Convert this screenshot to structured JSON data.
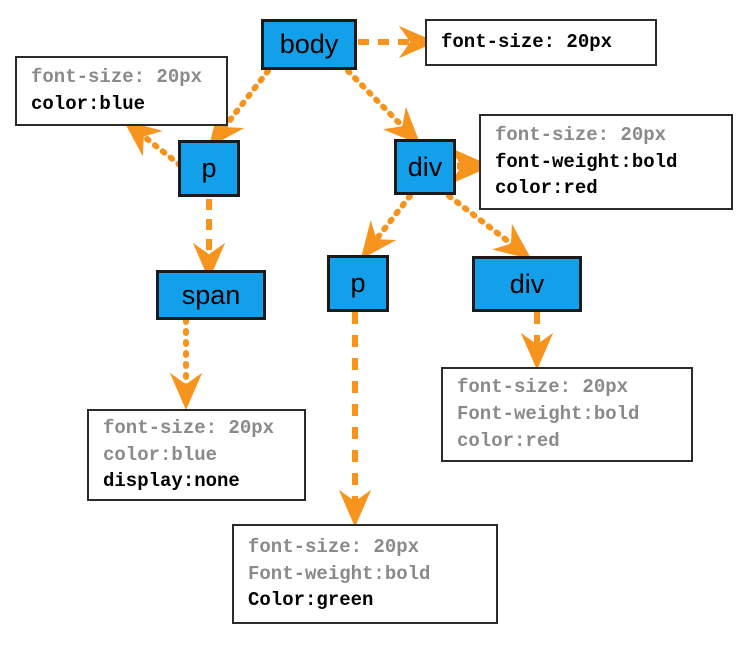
{
  "diagram": {
    "title": "CSS inheritance DOM tree",
    "colors": {
      "node_fill": "#12A0EA",
      "node_border": "#1a1a1a",
      "edge": "#F7941E",
      "box_border": "#2a2a2a",
      "text_gray": "#8a8a8a",
      "text_black": "#000000"
    },
    "nodes": [
      {
        "id": "body",
        "label": "body"
      },
      {
        "id": "p1",
        "label": "p"
      },
      {
        "id": "div1",
        "label": "div"
      },
      {
        "id": "span1",
        "label": "span"
      },
      {
        "id": "p2",
        "label": "p"
      },
      {
        "id": "div2",
        "label": "div"
      }
    ],
    "rule_boxes": [
      {
        "id": "body-rules",
        "lines": [
          {
            "text": "font-size: 20px",
            "style": "black"
          }
        ]
      },
      {
        "id": "p1-rules",
        "lines": [
          {
            "text": "font-size: 20px",
            "style": "gray"
          },
          {
            "text": "color:blue",
            "style": "black"
          }
        ]
      },
      {
        "id": "div1-rules",
        "lines": [
          {
            "text": "font-size: 20px",
            "style": "gray"
          },
          {
            "text": "font-weight:bold",
            "style": "black"
          },
          {
            "text": "color:red",
            "style": "black"
          }
        ]
      },
      {
        "id": "span1-rules",
        "lines": [
          {
            "text": "font-size: 20px",
            "style": "gray"
          },
          {
            "text": "color:blue",
            "style": "gray"
          },
          {
            "text": "display:none",
            "style": "black"
          }
        ]
      },
      {
        "id": "div2-rules",
        "lines": [
          {
            "text": "font-size: 20px",
            "style": "gray"
          },
          {
            "text": "Font-weight:bold",
            "style": "gray"
          },
          {
            "text": "color:red",
            "style": "gray"
          }
        ]
      },
      {
        "id": "p2-rules",
        "lines": [
          {
            "text": "font-size: 20px",
            "style": "gray"
          },
          {
            "text": "Font-weight:bold",
            "style": "gray"
          },
          {
            "text": "Color:green",
            "style": "black"
          }
        ]
      }
    ],
    "edges": [
      {
        "from": "body",
        "to": "body-rules",
        "style": "dashed"
      },
      {
        "from": "body",
        "to": "p1",
        "style": "dotted"
      },
      {
        "from": "body",
        "to": "div1",
        "style": "dotted"
      },
      {
        "from": "p1",
        "to": "p1-rules",
        "style": "dotted"
      },
      {
        "from": "p1",
        "to": "span1",
        "style": "dashed"
      },
      {
        "from": "div1",
        "to": "div1-rules",
        "style": "solid"
      },
      {
        "from": "div1",
        "to": "p2",
        "style": "dotted"
      },
      {
        "from": "div1",
        "to": "div2",
        "style": "dotted"
      },
      {
        "from": "span1",
        "to": "span1-rules",
        "style": "dotted"
      },
      {
        "from": "p2",
        "to": "p2-rules",
        "style": "dashed"
      },
      {
        "from": "div2",
        "to": "div2-rules",
        "style": "dashed"
      }
    ]
  }
}
